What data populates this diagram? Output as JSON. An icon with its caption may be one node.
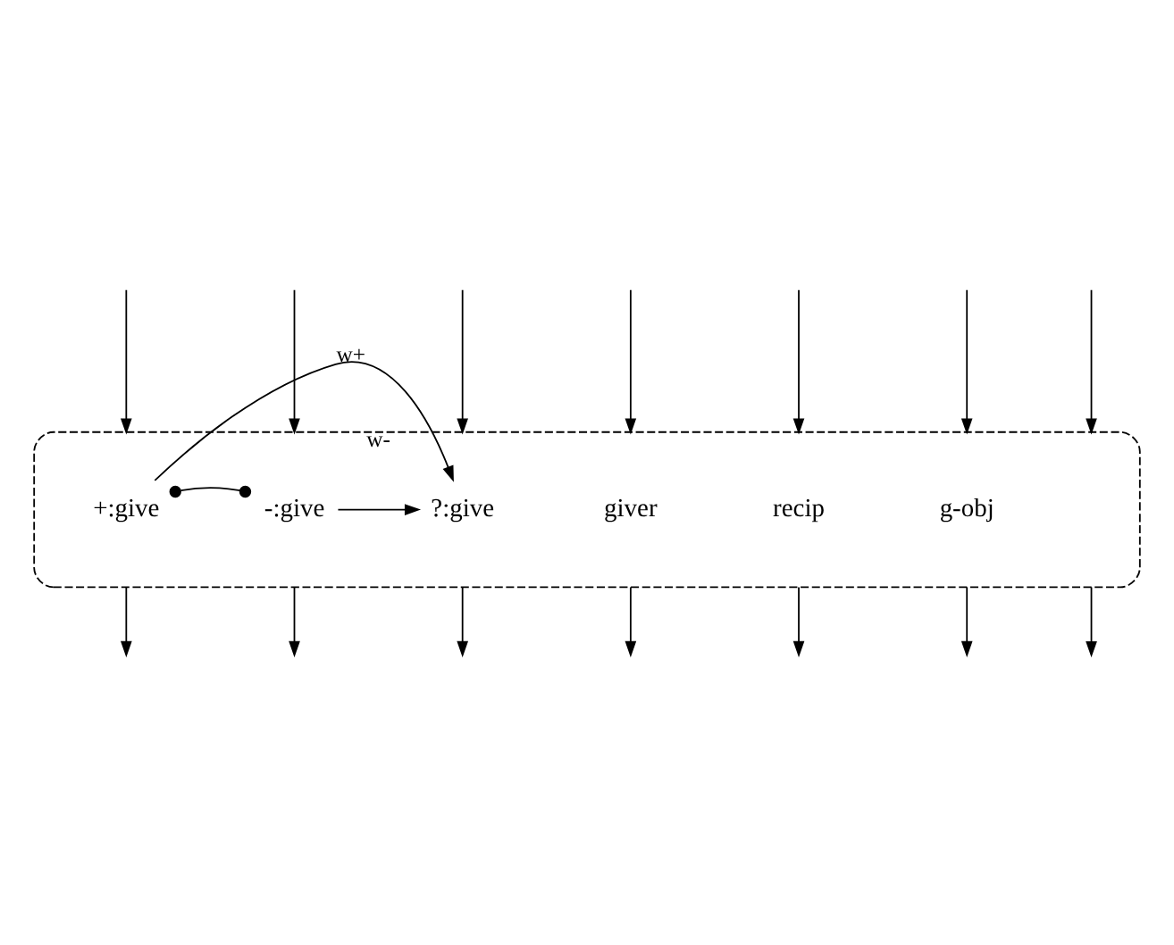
{
  "diagram": {
    "nodes": [
      {
        "text": [],
        "shape": "ellipse"
      },
      {
        "text": [
          "+:give"
        ],
        "in": 0
      },
      {
        "text": [
          "-:give"
        ],
        "in": 0
      },
      {
        "text": [
          "?:give"
        ],
        "in": 0
      },
      {
        "text": [
          "giver"
        ],
        "in": 0
      },
      {
        "text": [
          "recip"
        ],
        "in": 0
      },
      {
        "text": [
          "g-obj"
        ],
        "in": 0
      }
    ],
    "edges": [
      {
        "from": 1,
        "to": 2,
        "arrow": "other"
      },
      {
        "from": 2,
        "to": 3,
        "arrow": "to",
        "label": "w-"
      },
      {
        "from": 1,
        "to": 3,
        "arrow": "to",
        "label": "w+"
      },
      {
        "from": null,
        "to": 0,
        "arrow": "to"
      },
      {
        "from": null,
        "to": 0,
        "arrow": "to"
      },
      {
        "from": null,
        "to": 0,
        "arrow": "to"
      },
      {
        "from": null,
        "to": 0,
        "arrow": "to"
      },
      {
        "from": null,
        "to": 0,
        "arrow": "to"
      },
      {
        "from": null,
        "to": 0,
        "arrow": "to"
      },
      {
        "from": null,
        "to": 0,
        "arrow": "to"
      },
      {
        "from": 0,
        "to": null,
        "arrow": "to"
      },
      {
        "from": 0,
        "to": null,
        "arrow": "to"
      },
      {
        "from": 0,
        "to": null,
        "arrow": "to"
      },
      {
        "from": 0,
        "to": null,
        "arrow": "to"
      },
      {
        "from": 0,
        "to": null,
        "arrow": "to"
      },
      {
        "from": 0,
        "to": null,
        "arrow": "to"
      },
      {
        "from": 0,
        "to": null,
        "arrow": "to"
      }
    ]
  }
}
